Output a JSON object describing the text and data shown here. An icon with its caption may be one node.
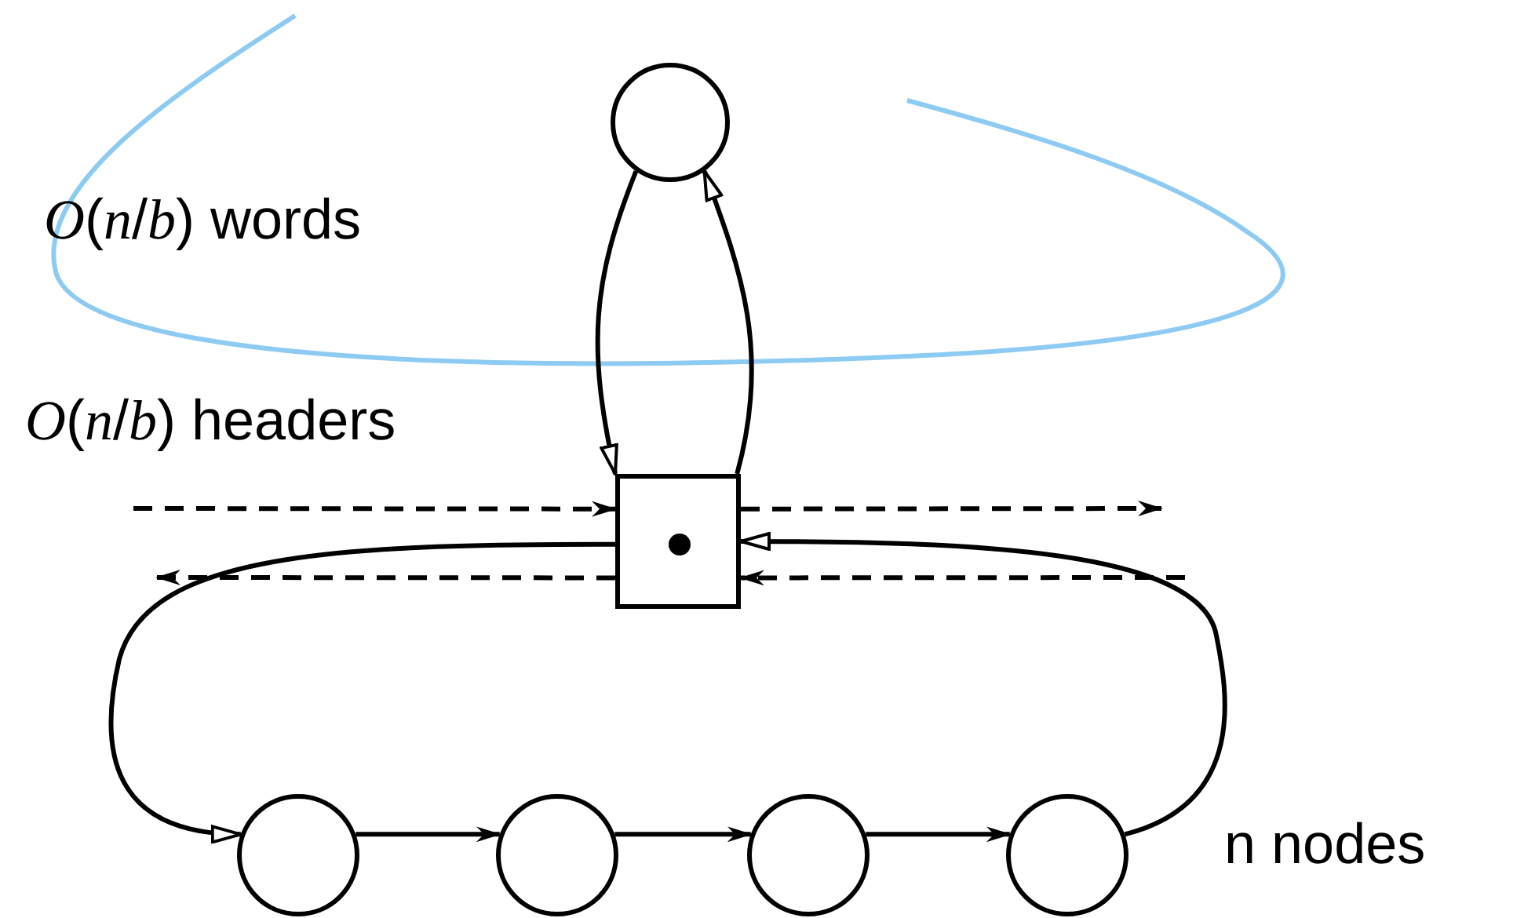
{
  "diagram": {
    "nodes": [
      {
        "text": [],
        "shape": "circle"
      },
      {
        "text": [],
        "shape": "box"
      },
      {
        "text": [],
        "shape": "circle",
        "in": 1
      },
      {
        "text": [],
        "shape": "circle"
      },
      {
        "text": [],
        "shape": "circle"
      },
      {
        "text": [],
        "shape": "circle"
      },
      {
        "text": [],
        "shape": "circle"
      }
    ],
    "edges": [
      {
        "from": 0,
        "to": 1,
        "arrow": "to"
      },
      {
        "from": 1,
        "to": 0,
        "arrow": "to"
      },
      {
        "from": null,
        "to": 1,
        "arrow": "to",
        "style": "dashed"
      },
      {
        "from": 1,
        "to": null,
        "arrow": "to",
        "style": "dashed"
      },
      {
        "from": null,
        "to": 1,
        "arrow": "to",
        "style": "dashed"
      },
      {
        "from": 1,
        "to": null,
        "arrow": "to",
        "style": "dashed"
      },
      {
        "from": 2,
        "to": 3,
        "arrow": "to"
      },
      {
        "from": 6,
        "to": 1,
        "arrow": "to"
      },
      {
        "from": 3,
        "to": 4,
        "arrow": "to"
      },
      {
        "from": 4,
        "to": 5,
        "arrow": "to"
      },
      {
        "from": 5,
        "to": 6,
        "arrow": "to"
      }
    ],
    "labels": [
      "*O*(*n*/*b*) words",
      "*O*(*n*/*b*) headers",
      "n nodes"
    ]
  }
}
